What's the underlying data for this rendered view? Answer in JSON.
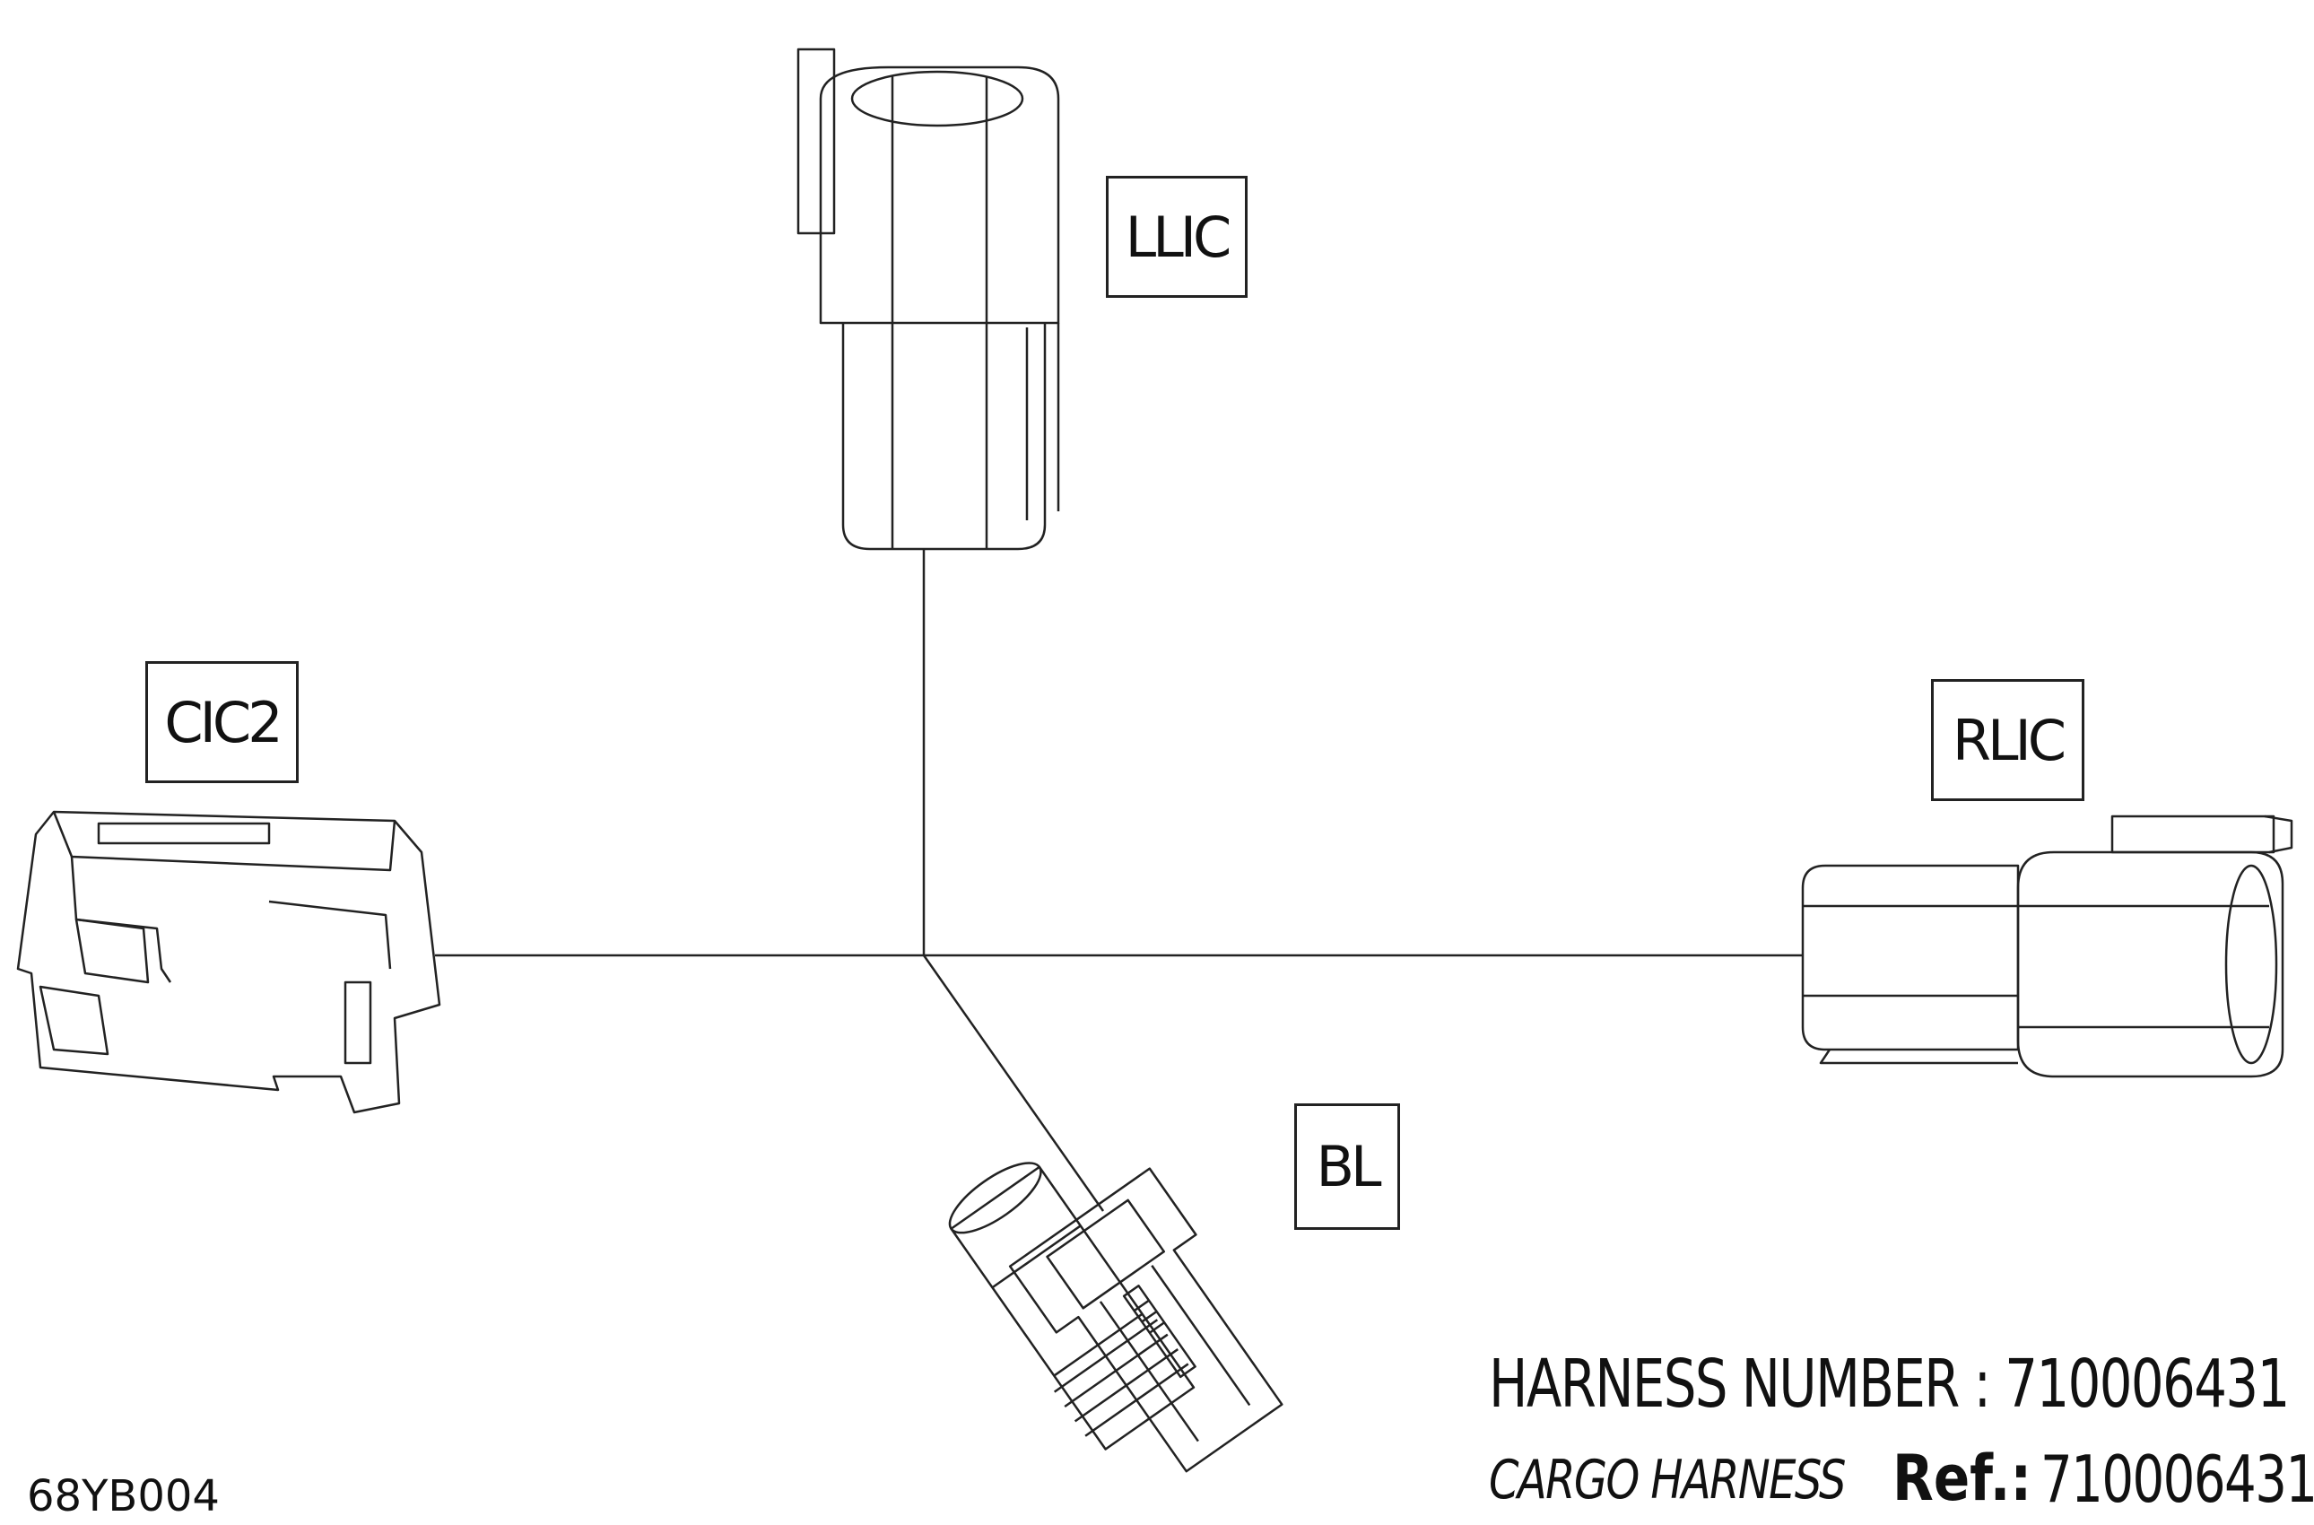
{
  "connectors": [
    {
      "id": "LLIC",
      "label": "LLIC"
    },
    {
      "id": "CIC2",
      "label": "CIC2"
    },
    {
      "id": "RLIC",
      "label": "RLIC"
    },
    {
      "id": "BL",
      "label": "BL"
    }
  ],
  "harness": {
    "number_line": "HARNESS NUMBER : 710006431",
    "name": "CARGO HARNESS",
    "ref_label": "Ref.:",
    "ref_value": "710006431"
  },
  "figure_code": "68YB004",
  "colors": {
    "line": "#222222",
    "background": "#ffffff"
  }
}
